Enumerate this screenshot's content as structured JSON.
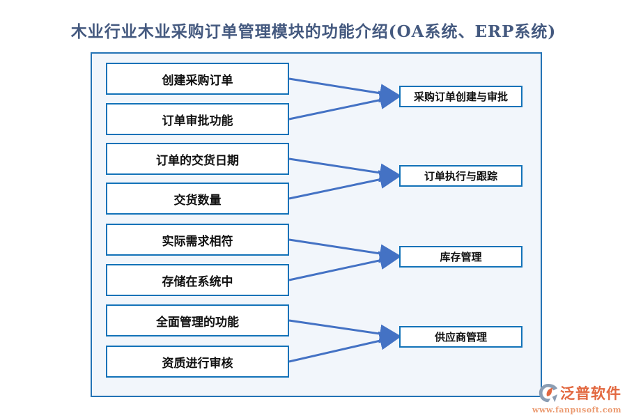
{
  "title": "木业行业木业采购订单管理模块的功能介绍(OA系统、ERP系统)",
  "diagram": {
    "left_boxes": [
      {
        "label": "创建采购订单",
        "target": 0
      },
      {
        "label": "订单审批功能",
        "target": 0
      },
      {
        "label": "订单的交货日期",
        "target": 1
      },
      {
        "label": "交货数量",
        "target": 1
      },
      {
        "label": "实际需求相符",
        "target": 2
      },
      {
        "label": "存储在系统中",
        "target": 2
      },
      {
        "label": "全面管理的功能",
        "target": 3
      },
      {
        "label": "资质进行审核",
        "target": 3
      }
    ],
    "right_boxes": [
      {
        "label": "采购订单创建与审批"
      },
      {
        "label": "订单执行与跟踪"
      },
      {
        "label": "库存管理"
      },
      {
        "label": "供应商管理"
      }
    ]
  },
  "watermark": {
    "brand": "泛普软件",
    "url": "www.fanpusoft.com"
  },
  "colors": {
    "container_border": "#2473b5",
    "box_border": "#1272b8",
    "arrow": "#4472c4",
    "title": "#44597f",
    "brand_orange": "#e2673f",
    "container_bg": "#f2f6fb"
  }
}
